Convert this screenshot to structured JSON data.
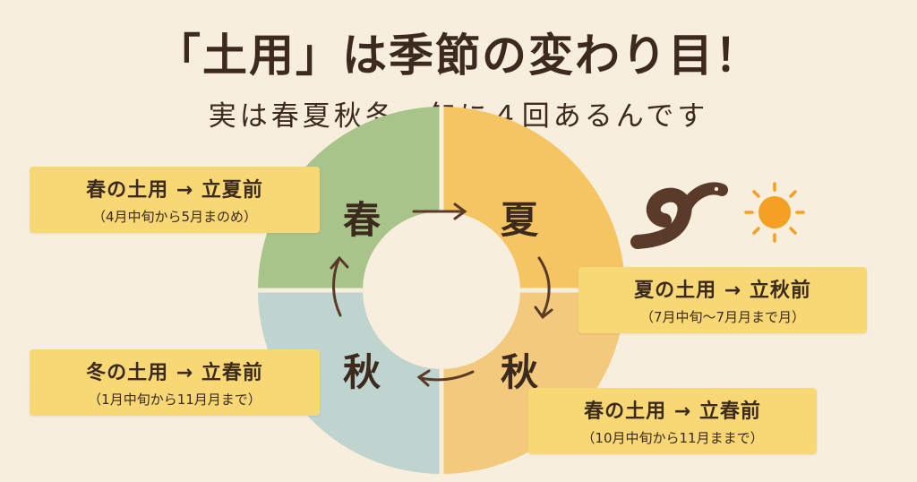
{
  "title": "「土用」は季節の変わり目！",
  "subtitle": "実は春夏秋冬、年に４回あるんです",
  "seasons": {
    "spring": "春",
    "summer": "夏",
    "autumn_right": "秋",
    "autumn_left": "秋"
  },
  "arrows": {
    "spring_to_summer": "→"
  },
  "callouts": {
    "spring": {
      "main": "春の土用 → 立夏前",
      "sub": "（4月中旬から5月まのめ）"
    },
    "summer": {
      "main": "夏の土用 → 立秋前",
      "sub": "（7月中旬～7月月まで月）"
    },
    "winter": {
      "main": "冬の土用 → 立春前",
      "sub": "（1月中旬から11月月まで）"
    },
    "autumn": {
      "main": "春の土用 → 立春前",
      "sub": "（10月中旬から11月ままで）"
    }
  },
  "colors": {
    "background": "#f8eedd",
    "spring_quadrant": "#a9c48a",
    "summer_quadrant": "#f6c563",
    "autumn_quadrant": "#f3c97d",
    "winter_quadrant": "#bfd3cf",
    "callout": "#f8d775",
    "text": "#3b2a1d",
    "sun": "#f5a023",
    "eel": "#5a3a28"
  },
  "icons": [
    "eel-icon",
    "sun-icon"
  ]
}
